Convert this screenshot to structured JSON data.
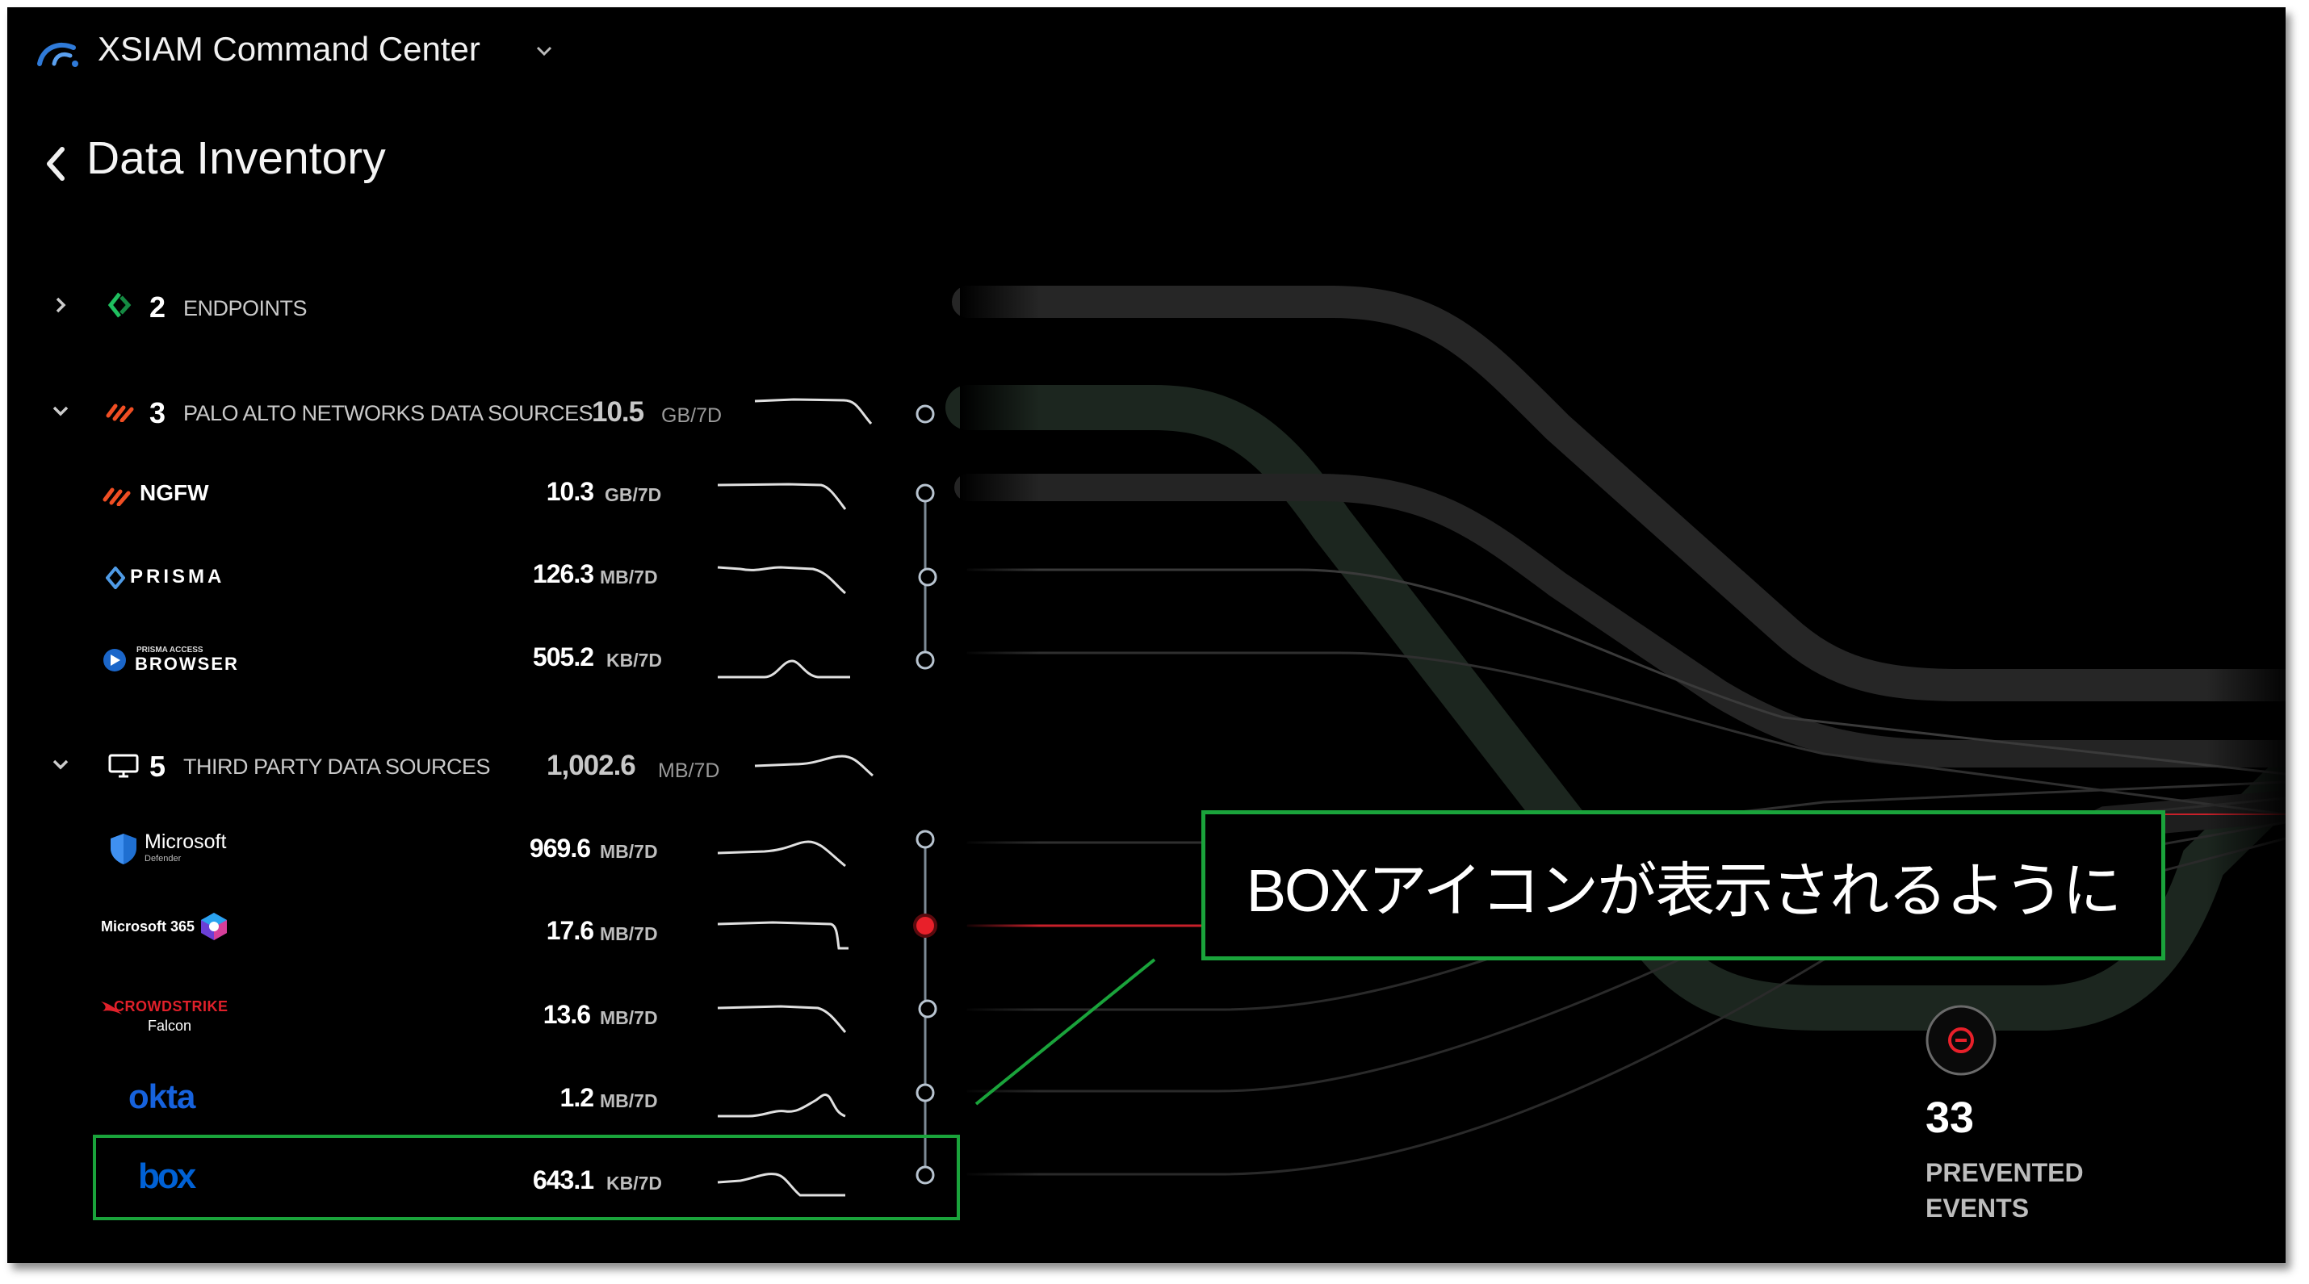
{
  "app": {
    "title": "XSIAM Command Center"
  },
  "page": {
    "title": "Data Inventory"
  },
  "groups": [
    {
      "count": "2",
      "label": "ENDPOINTS",
      "expanded": false,
      "icon": "endpoint-icon"
    },
    {
      "count": "3",
      "label": "PALO ALTO NETWORKS DATA SOURCES",
      "volume": "10.5",
      "unit": "GB/7D",
      "expanded": true,
      "icon": "palo-alto-icon"
    },
    {
      "count": "5",
      "label": "THIRD PARTY DATA SOURCES",
      "volume": "1,002.6",
      "unit": "MB/7D",
      "expanded": true,
      "icon": "monitor-icon"
    }
  ],
  "palo_sources": [
    {
      "name": "NGFW",
      "logo_text": "NGFW",
      "volume": "10.3",
      "unit": "GB/7D"
    },
    {
      "name": "Prisma",
      "logo_text": "PRISMA",
      "volume": "126.3",
      "unit": "MB/7D"
    },
    {
      "name": "Prisma Access Browser",
      "logo_small": "PRISMA ACCESS",
      "logo_text": "BROWSER",
      "volume": "505.2",
      "unit": "KB/7D"
    }
  ],
  "third_party_sources": [
    {
      "name": "Microsoft Defender",
      "logo_text": "Microsoft",
      "logo_sub": "Defender",
      "volume": "969.6",
      "unit": "MB/7D",
      "status": "normal"
    },
    {
      "name": "Microsoft 365",
      "logo_text": "Microsoft 365",
      "volume": "17.6",
      "unit": "MB/7D",
      "status": "alert"
    },
    {
      "name": "CrowdStrike Falcon",
      "logo_text": "CROWDSTRIKE",
      "logo_sub": "Falcon",
      "volume": "13.6",
      "unit": "MB/7D",
      "status": "normal"
    },
    {
      "name": "Okta",
      "logo_text": "okta",
      "volume": "1.2",
      "unit": "MB/7D",
      "status": "normal"
    },
    {
      "name": "Box",
      "logo_text": "box",
      "volume": "643.1",
      "unit": "KB/7D",
      "status": "normal"
    }
  ],
  "prevented": {
    "count": "33",
    "label_line1": "PREVENTED",
    "label_line2": "EVENTS"
  },
  "callout": {
    "text": "BOXアイコンが表示されるように"
  },
  "colors": {
    "background": "#000000",
    "alert_red": "#e8202a",
    "annotation_green": "#1aa33b",
    "palo_orange": "#f04e23",
    "endpoint_green": "#1fbf5f",
    "microsoft_blue": "#1f6fd1",
    "okta_blue": "#1662dd",
    "box_blue": "#0061d5",
    "crowdstrike_red": "#e0202a"
  }
}
